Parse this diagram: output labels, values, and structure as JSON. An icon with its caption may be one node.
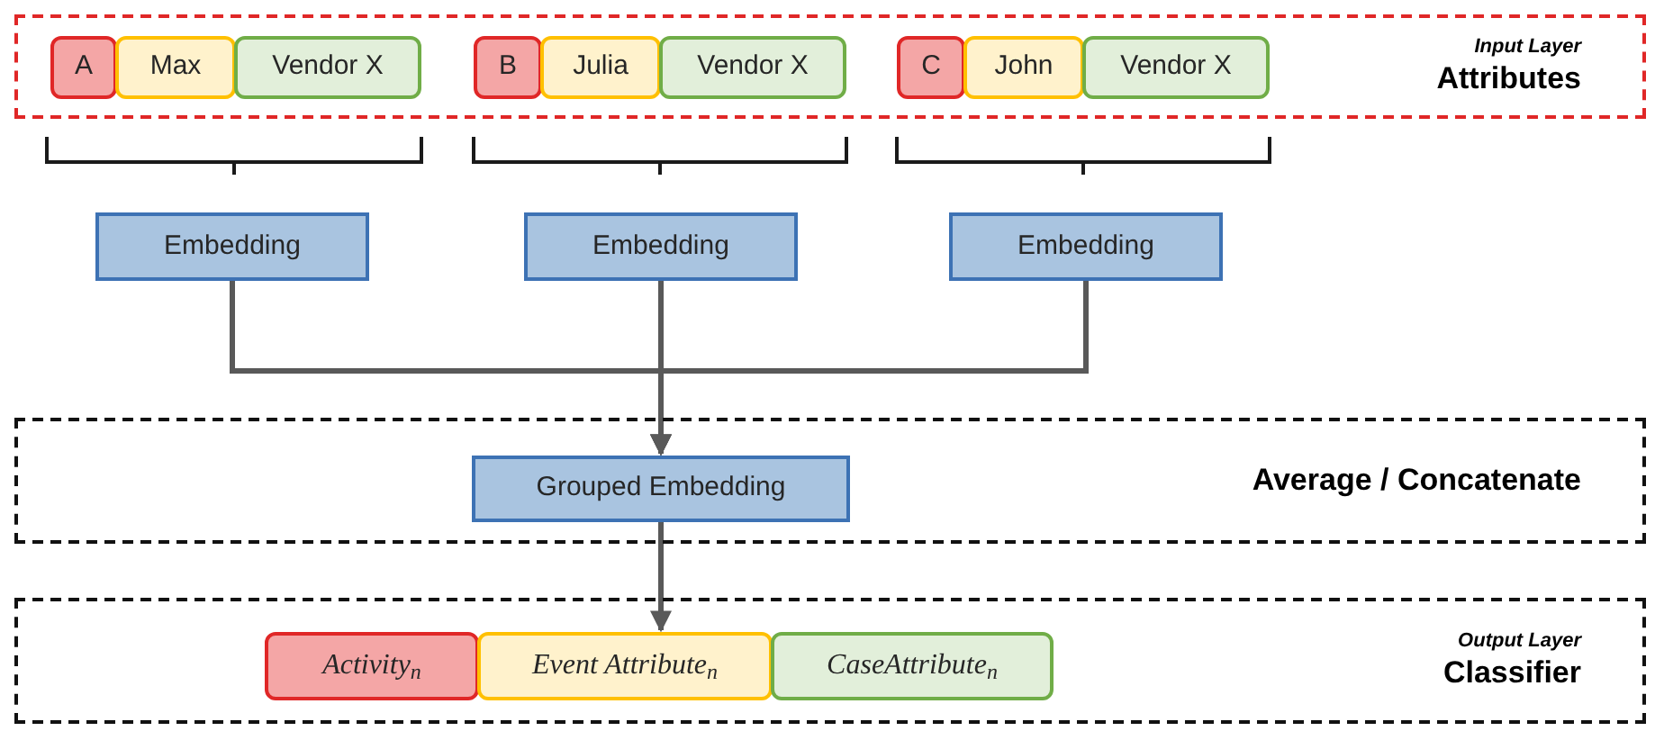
{
  "diagram": {
    "nodes": [
      {
        "text": [
          "Input Layer",
          "Attributes"
        ]
      },
      {
        "text": [
          "A"
        ],
        "in": 0
      },
      {
        "text": [
          "Max"
        ],
        "in": 0
      },
      {
        "text": [
          "Vendor X"
        ],
        "in": 0
      },
      {
        "text": [
          "B"
        ],
        "in": 0
      },
      {
        "text": [
          "Julia"
        ],
        "in": 0
      },
      {
        "text": [
          "Vendor X"
        ],
        "in": 0
      },
      {
        "text": [
          "C"
        ],
        "in": 0
      },
      {
        "text": [
          "John"
        ],
        "in": 0
      },
      {
        "text": [
          "Vendor X"
        ],
        "in": 0
      },
      {
        "text": [
          "Embedding"
        ]
      },
      {
        "text": [
          "Embedding"
        ]
      },
      {
        "text": [
          "Embedding"
        ]
      },
      {
        "text": [
          "Average / Concatenate"
        ]
      },
      {
        "text": [
          "Grouped Embedding"
        ],
        "in": 13
      },
      {
        "text": [
          "Output Layer",
          "Classifier"
        ]
      },
      {
        "text": [
          "Activity$_{n}$"
        ],
        "in": 15
      },
      {
        "text": [
          "Event Attribute$_{n}$"
        ],
        "in": 15
      },
      {
        "text": [
          "CaseAttribute$_{n}$"
        ],
        "in": 15
      }
    ],
    "edges": [
      {
        "from": 10,
        "to": 14,
        "arrow": "to"
      },
      {
        "from": 11,
        "to": 14,
        "arrow": "to"
      },
      {
        "from": 12,
        "to": 14,
        "arrow": "to"
      },
      {
        "from": 14,
        "to": 17,
        "arrow": "to"
      }
    ]
  }
}
